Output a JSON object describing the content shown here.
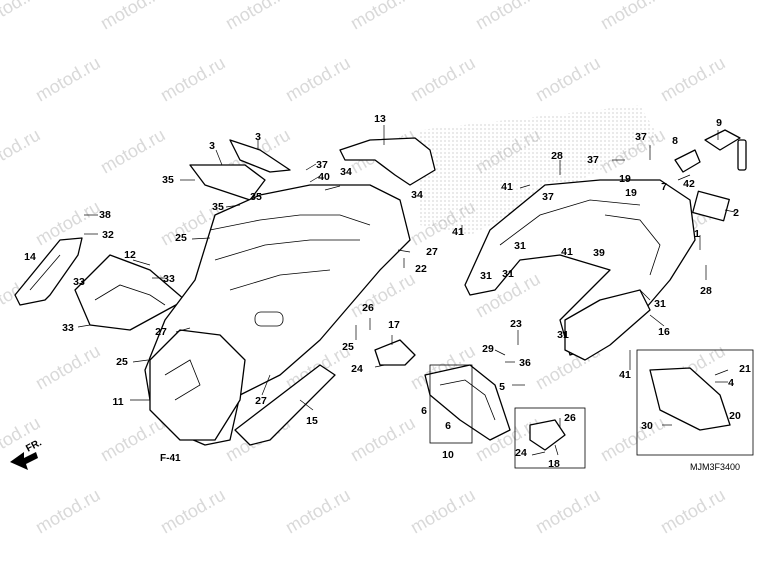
{
  "watermark": "motod.ru",
  "diagram_code": "MJM3F3400",
  "ref_label": "F-41",
  "direction_label": "FR.",
  "callouts": [
    "1",
    "2",
    "3",
    "3",
    "4",
    "5",
    "6",
    "6",
    "7",
    "8",
    "9",
    "10",
    "11",
    "12",
    "13",
    "14",
    "15",
    "16",
    "17",
    "18",
    "19",
    "19",
    "20",
    "21",
    "22",
    "23",
    "24",
    "24",
    "25",
    "25",
    "25",
    "26",
    "26",
    "27",
    "27",
    "27",
    "28",
    "28",
    "29",
    "30",
    "31",
    "31",
    "31",
    "31",
    "31",
    "32",
    "33",
    "33",
    "33",
    "34",
    "34",
    "35",
    "35",
    "35",
    "36",
    "37",
    "37",
    "37",
    "37",
    "38",
    "39",
    "40",
    "41",
    "41",
    "41",
    "41",
    "42"
  ]
}
